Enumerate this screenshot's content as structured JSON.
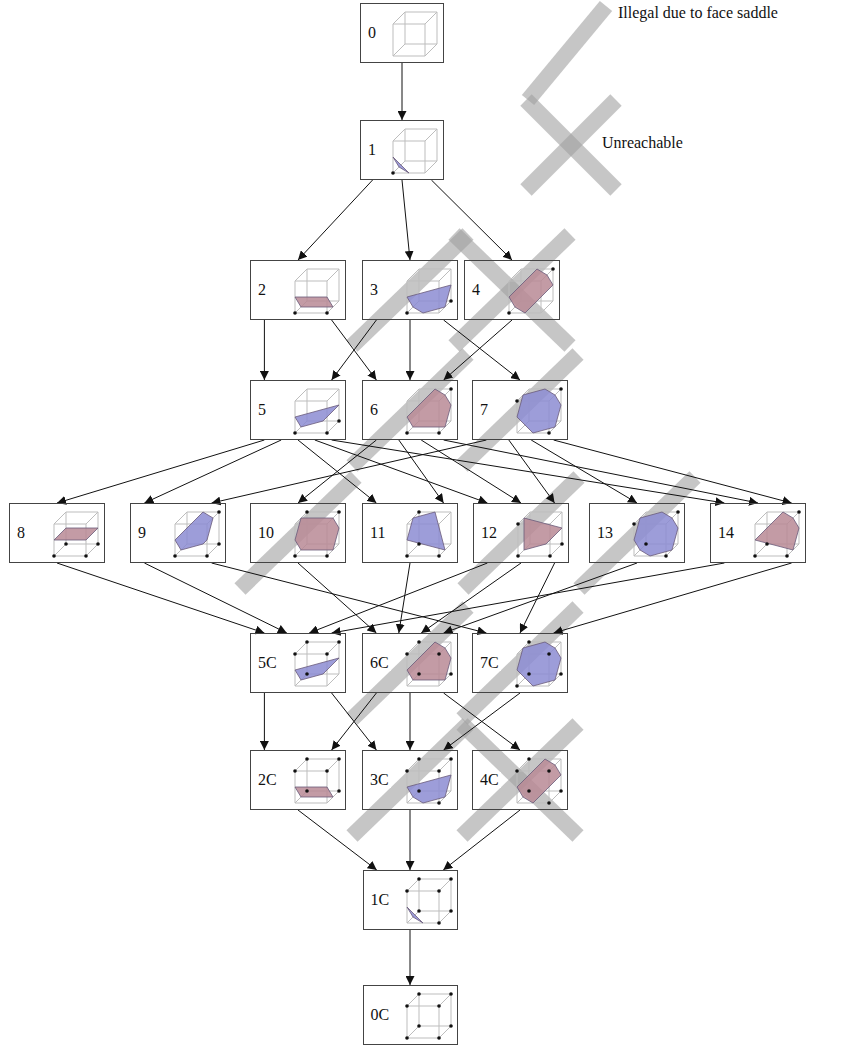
{
  "diagram": {
    "nodes": [
      {
        "text": [
          "0"
        ]
      },
      {
        "text": [
          "1"
        ]
      },
      {
        "text": [
          "2"
        ]
      },
      {
        "text": [
          "3"
        ]
      },
      {
        "text": [
          "4"
        ]
      },
      {
        "text": [
          "5"
        ]
      },
      {
        "text": [
          "6"
        ]
      },
      {
        "text": [
          "7"
        ]
      },
      {
        "text": [
          "8"
        ]
      },
      {
        "text": [
          "9"
        ]
      },
      {
        "text": [
          "10"
        ]
      },
      {
        "text": [
          "11"
        ]
      },
      {
        "text": [
          "12"
        ]
      },
      {
        "text": [
          "13"
        ]
      },
      {
        "text": [
          "14"
        ]
      },
      {
        "text": [
          "5C"
        ]
      },
      {
        "text": [
          "6C"
        ]
      },
      {
        "text": [
          "7C"
        ]
      },
      {
        "text": [
          "2C"
        ]
      },
      {
        "text": [
          "3C"
        ]
      },
      {
        "text": [
          "4C"
        ]
      },
      {
        "text": [
          "1C"
        ]
      },
      {
        "text": [
          "0C"
        ]
      }
    ],
    "edges": [
      {
        "from": 0,
        "to": 1,
        "arrow": "to"
      },
      {
        "from": 1,
        "to": 2,
        "arrow": "to"
      },
      {
        "from": 1,
        "to": 3,
        "arrow": "to"
      },
      {
        "from": 1,
        "to": 4,
        "arrow": "to"
      },
      {
        "from": 2,
        "to": 5,
        "arrow": "to"
      },
      {
        "from": 2,
        "to": 6,
        "arrow": "to"
      },
      {
        "from": 3,
        "to": 5,
        "arrow": "to"
      },
      {
        "from": 3,
        "to": 6,
        "arrow": "to"
      },
      {
        "from": 3,
        "to": 7,
        "arrow": "to"
      },
      {
        "from": 4,
        "to": 6,
        "arrow": "to"
      },
      {
        "from": 5,
        "to": 8,
        "arrow": "to"
      },
      {
        "from": 5,
        "to": 9,
        "arrow": "to"
      },
      {
        "from": 5,
        "to": 11,
        "arrow": "to"
      },
      {
        "from": 5,
        "to": 12,
        "arrow": "to"
      },
      {
        "from": 5,
        "to": 14,
        "arrow": "to"
      },
      {
        "from": 6,
        "to": 10,
        "arrow": "to"
      },
      {
        "from": 6,
        "to": 11,
        "arrow": "to"
      },
      {
        "from": 6,
        "to": 12,
        "arrow": "to"
      },
      {
        "from": 6,
        "to": 14,
        "arrow": "to"
      },
      {
        "from": 7,
        "to": 9,
        "arrow": "to"
      },
      {
        "from": 7,
        "to": 12,
        "arrow": "to"
      },
      {
        "from": 7,
        "to": 13,
        "arrow": "to"
      },
      {
        "from": 7,
        "to": 14,
        "arrow": "to"
      },
      {
        "from": 8,
        "to": 15,
        "arrow": "to"
      },
      {
        "from": 9,
        "to": 15,
        "arrow": "to"
      },
      {
        "from": 9,
        "to": 17,
        "arrow": "to"
      },
      {
        "from": 10,
        "to": 16,
        "arrow": "to"
      },
      {
        "from": 11,
        "to": 16,
        "arrow": "to"
      },
      {
        "from": 12,
        "to": 15,
        "arrow": "to"
      },
      {
        "from": 12,
        "to": 16,
        "arrow": "to"
      },
      {
        "from": 12,
        "to": 17,
        "arrow": "to"
      },
      {
        "from": 13,
        "to": 16,
        "arrow": "to"
      },
      {
        "from": 14,
        "to": 15,
        "arrow": "to"
      },
      {
        "from": 14,
        "to": 17,
        "arrow": "to"
      },
      {
        "from": 15,
        "to": 18,
        "arrow": "to"
      },
      {
        "from": 15,
        "to": 19,
        "arrow": "to"
      },
      {
        "from": 16,
        "to": 18,
        "arrow": "to"
      },
      {
        "from": 16,
        "to": 19,
        "arrow": "to"
      },
      {
        "from": 16,
        "to": 20,
        "arrow": "to"
      },
      {
        "from": 17,
        "to": 19,
        "arrow": "to"
      },
      {
        "from": 18,
        "to": 21,
        "arrow": "to"
      },
      {
        "from": 19,
        "to": 21,
        "arrow": "to"
      },
      {
        "from": 20,
        "to": 21,
        "arrow": "to"
      },
      {
        "from": 21,
        "to": 22,
        "arrow": "to"
      }
    ],
    "legend": [
      {
        "text": "Illegal due to face saddle"
      },
      {
        "text": "Unreachable"
      }
    ]
  }
}
